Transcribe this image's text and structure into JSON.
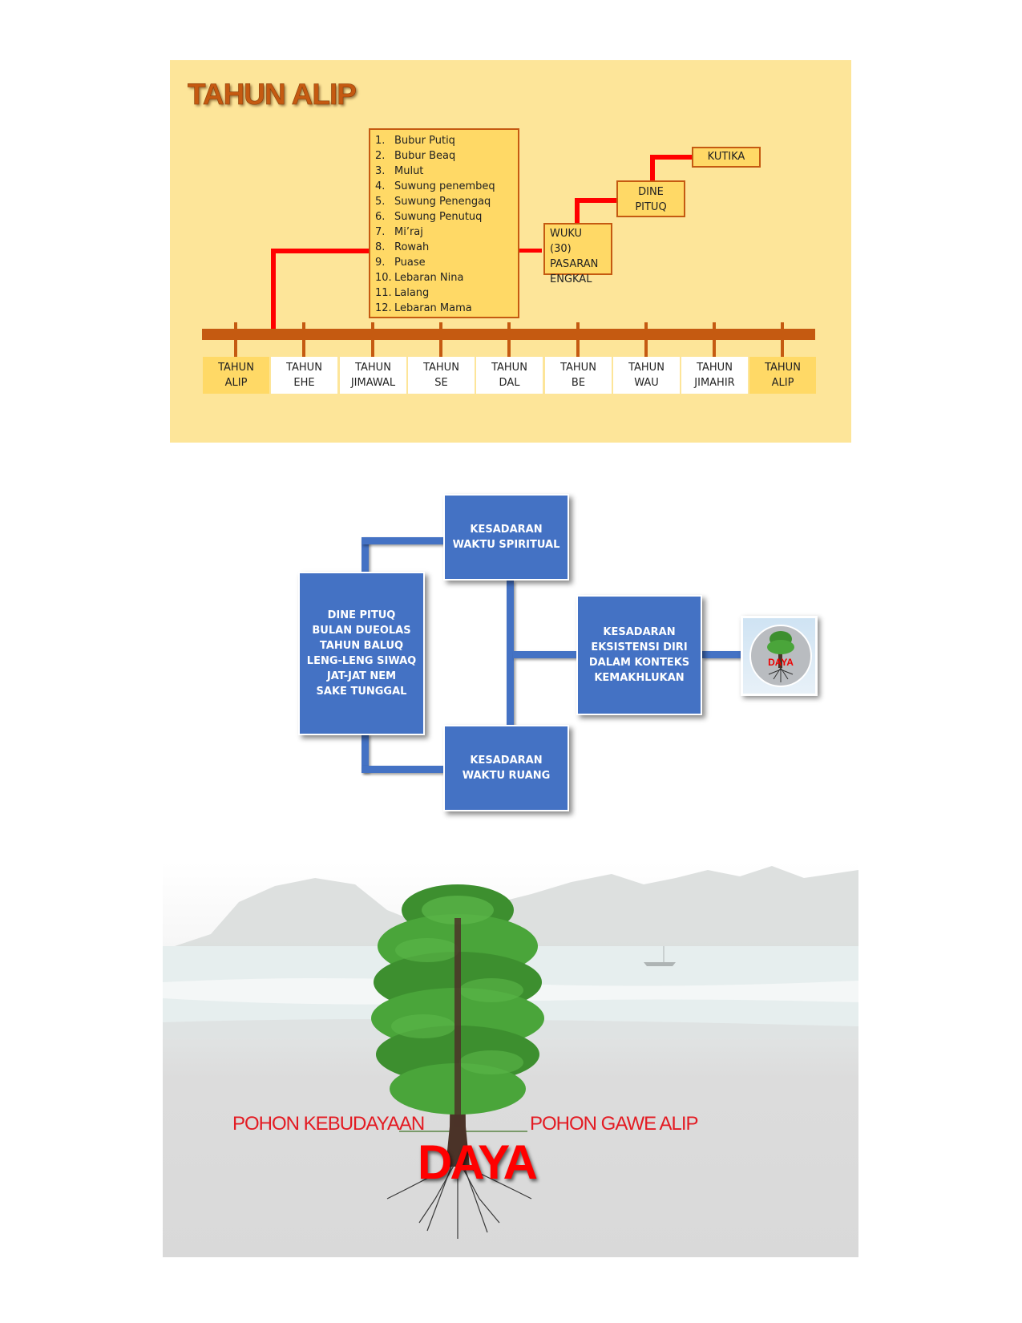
{
  "panel1": {
    "title": "TAHUN ALIP",
    "months": [
      {
        "num": "1.",
        "name": "Bubur Putiq"
      },
      {
        "num": "2.",
        "name": "Bubur Beaq"
      },
      {
        "num": "3.",
        "name": "Mulut"
      },
      {
        "num": "4.",
        "name": "Suwung penembeq"
      },
      {
        "num": "5.",
        "name": "Suwung Penengaq"
      },
      {
        "num": "6.",
        "name": "Suwung Penutuq"
      },
      {
        "num": "7.",
        "name": "Mi’raj"
      },
      {
        "num": "8.",
        "name": "Rowah"
      },
      {
        "num": "9.",
        "name": "Puase"
      },
      {
        "num": "10.",
        "name": "Lebaran Nina"
      },
      {
        "num": "11.",
        "name": "Lalang"
      },
      {
        "num": "12.",
        "name": "Lebaran Mama"
      }
    ],
    "wuku_box": {
      "line1": "WUKU (30)",
      "line2": "PASARAN",
      "line3": "ENGKAL"
    },
    "dine_box": {
      "line1": "DINE",
      "line2": "PITUQ"
    },
    "kutika_box": "KUTIKA",
    "years": [
      {
        "line1": "TAHUN",
        "line2": "ALIP",
        "highlight": true
      },
      {
        "line1": "TAHUN",
        "line2": "EHE",
        "highlight": false
      },
      {
        "line1": "TAHUN",
        "line2": "JIMAWAL",
        "highlight": false
      },
      {
        "line1": "TAHUN",
        "line2": "SE",
        "highlight": false
      },
      {
        "line1": "TAHUN",
        "line2": "DAL",
        "highlight": false
      },
      {
        "line1": "TAHUN",
        "line2": "BE",
        "highlight": false
      },
      {
        "line1": "TAHUN",
        "line2": "WAU",
        "highlight": false
      },
      {
        "line1": "TAHUN",
        "line2": "JIMAHIR",
        "highlight": false
      },
      {
        "line1": "TAHUN",
        "line2": "ALIP",
        "highlight": true
      }
    ],
    "colors": {
      "background": "#fde599",
      "accent": "#c55a11",
      "connector": "#ff0000",
      "box_fill": "#ffd966"
    }
  },
  "panel2": {
    "spiritual": {
      "line1": "KESADARAN",
      "line2": "WAKTU SPIRITUAL"
    },
    "cycle": [
      "DINE PITUQ",
      "BULAN DUEOLAS",
      "TAHUN BALUQ",
      "LENG-LENG SIWAQ",
      "JAT-JAT NEM",
      "SAKE TUNGGAL"
    ],
    "ruang": {
      "line1": "KESADARAN",
      "line2": "WAKTU RUANG"
    },
    "eksistensi": [
      "KESADARAN",
      "EKSISTENSI DIRI",
      "DALAM KONTEKS",
      "KEMAKHLUKAN"
    ],
    "thumbnail_label": "DAYA",
    "colors": {
      "box": "#4472c4"
    }
  },
  "panel3": {
    "left_label": "POHON KEBUDAYAAN",
    "right_label": "POHON GAWE ALIP",
    "center_label": "DAYA",
    "colors": {
      "label": "#e31b23",
      "tree": "#3d8f2f"
    }
  }
}
